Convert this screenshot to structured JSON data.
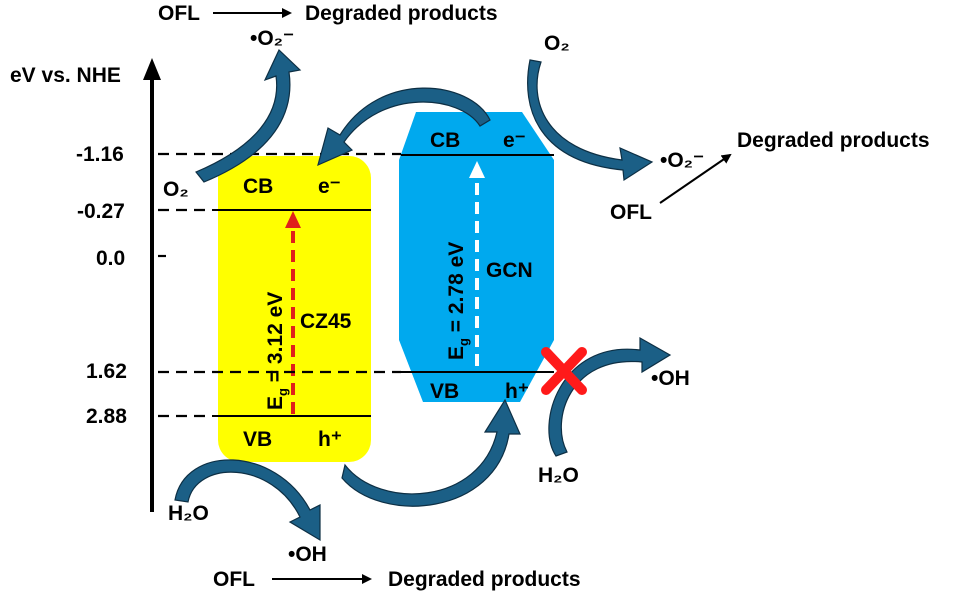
{
  "axis": {
    "label": "eV vs. NHE"
  },
  "potentials": [
    {
      "label": "-1.16",
      "color": "#1f77c4"
    },
    {
      "label": "-0.27",
      "color": "#000000"
    },
    {
      "label": "0.0",
      "color": "#000000"
    },
    {
      "label": "1.62",
      "color": "#1f77c4"
    },
    {
      "label": "2.88",
      "color": "#000000"
    }
  ],
  "cz45": {
    "name": "CZ45",
    "color": "#ffff00",
    "cb_label": "CB",
    "vb_label": "VB",
    "electron": "e⁻",
    "hole": "h⁺",
    "bandgap_prefix": "E",
    "bandgap_sub": "g",
    "bandgap_value": " = 3.12 eV",
    "arrow_color": "#e0201b"
  },
  "gcn": {
    "name": "GCN",
    "color": "#00a9ee",
    "cb_label": "CB",
    "vb_label": "VB",
    "electron": "e⁻",
    "hole": "h⁺",
    "bandgap_prefix": "E",
    "bandgap_sub": "g",
    "bandgap_value": " = 2.78 eV",
    "arrow_color": "#ffffff"
  },
  "reactions": {
    "top_ofl": "OFL",
    "top_products": "Degraded products",
    "top_radical": "•O₂⁻",
    "left_o2": "O₂",
    "right_o2": "O₂",
    "right_radical": "•O₂⁻",
    "right_ofl": "OFL",
    "right_products": "Degraded products",
    "gcn_oh": "•OH",
    "gcn_h2o": "H₂O",
    "bottom_h2o": "H₂O",
    "bottom_oh": "•OH",
    "bottom_ofl": "OFL",
    "bottom_products": "Degraded products",
    "blocked_color": "#ff1a1a"
  }
}
